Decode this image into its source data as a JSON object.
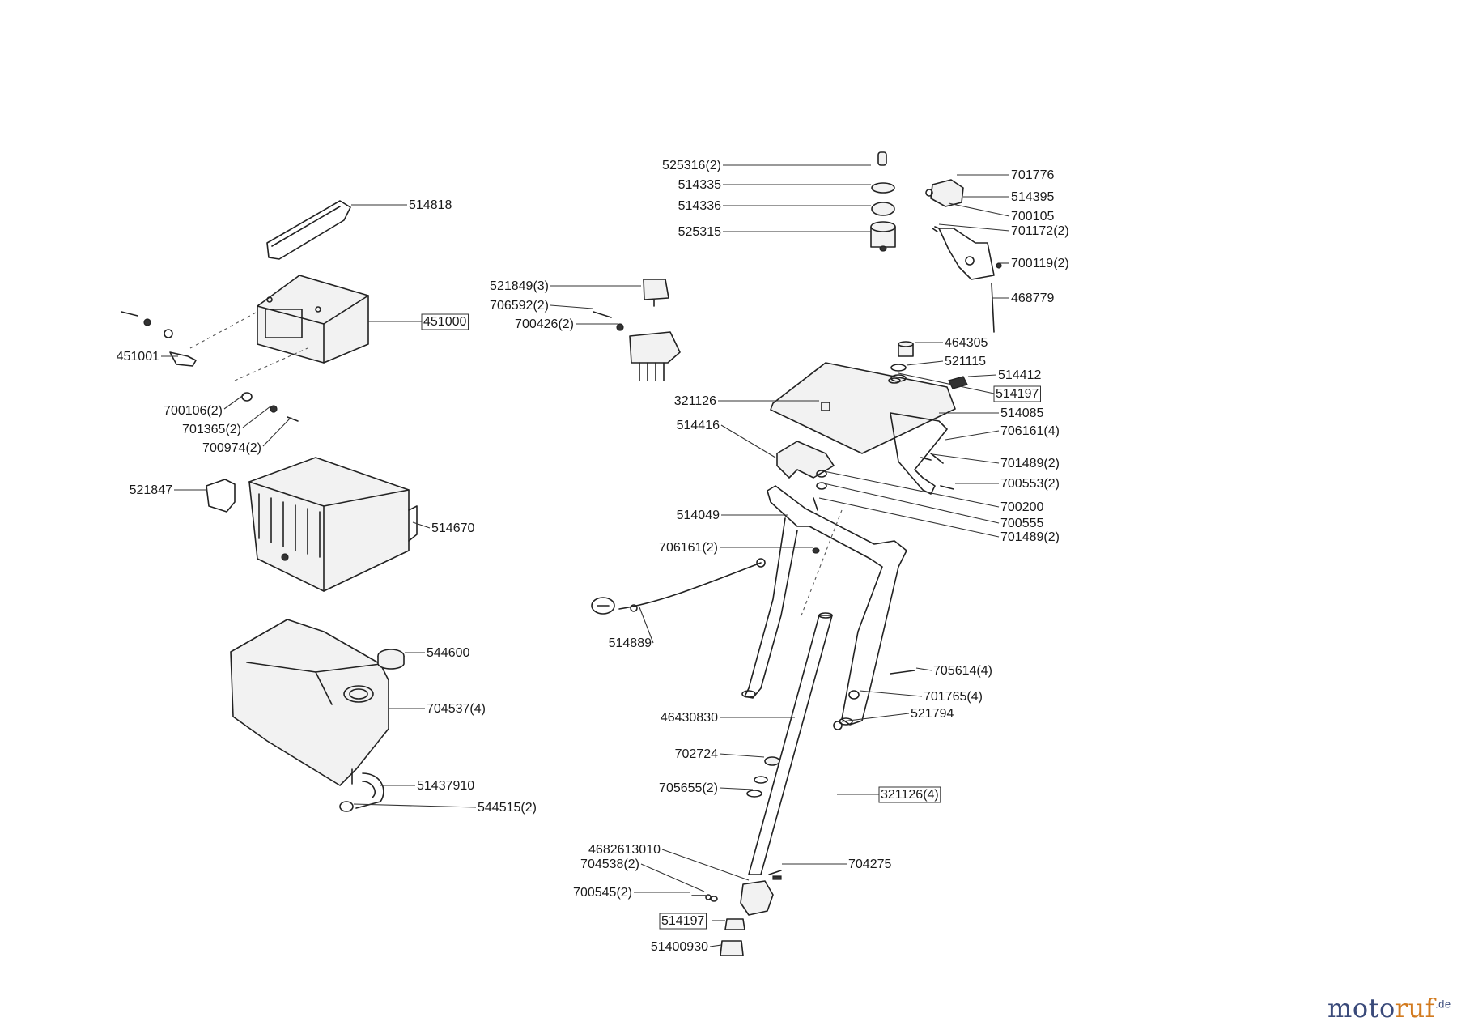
{
  "parts": [
    {
      "label": "525316(2)"
    },
    {
      "label": "514335"
    },
    {
      "label": "514336"
    },
    {
      "label": "525315"
    },
    {
      "label": "701776"
    },
    {
      "label": "514395"
    },
    {
      "label": "700105"
    },
    {
      "label": "701172(2)"
    },
    {
      "label": "700119(2)"
    },
    {
      "label": "468779"
    },
    {
      "label": "514818"
    },
    {
      "label": "451000"
    },
    {
      "label": "451001"
    },
    {
      "label": "700106(2)"
    },
    {
      "label": "701365(2)"
    },
    {
      "label": "700974(2)"
    },
    {
      "label": "521849(3)"
    },
    {
      "label": "706592(2)"
    },
    {
      "label": "700426(2)"
    },
    {
      "label": "464305"
    },
    {
      "label": "521115"
    },
    {
      "label": "514412"
    },
    {
      "label": "514197"
    },
    {
      "label": "321126"
    },
    {
      "label": "514085"
    },
    {
      "label": "514416"
    },
    {
      "label": "706161(4)"
    },
    {
      "label": "701489(2)"
    },
    {
      "label": "700553(2)"
    },
    {
      "label": "521847"
    },
    {
      "label": "700200"
    },
    {
      "label": "514049"
    },
    {
      "label": "700555"
    },
    {
      "label": "701489(2)"
    },
    {
      "label": "514670"
    },
    {
      "label": "706161(2)"
    },
    {
      "label": "514889"
    },
    {
      "label": "544600"
    },
    {
      "label": "705614(4)"
    },
    {
      "label": "701765(4)"
    },
    {
      "label": "521794"
    },
    {
      "label": "46430830"
    },
    {
      "label": "704537(4)"
    },
    {
      "label": "702724"
    },
    {
      "label": "51437910"
    },
    {
      "label": "705655(2)"
    },
    {
      "label": "321126(4)"
    },
    {
      "label": "544515(2)"
    },
    {
      "label": "4682613010"
    },
    {
      "label": "704538(2)"
    },
    {
      "label": "704275"
    },
    {
      "label": "700545(2)"
    },
    {
      "label": "514197"
    },
    {
      "label": "51400930"
    }
  ],
  "watermark": {
    "part1": "moto",
    "part2": "ruf",
    "tld": ".de"
  },
  "colors": {
    "line": "#222222",
    "watermark_blue": "#3a4a7a",
    "watermark_orange": "#d27a1e"
  }
}
